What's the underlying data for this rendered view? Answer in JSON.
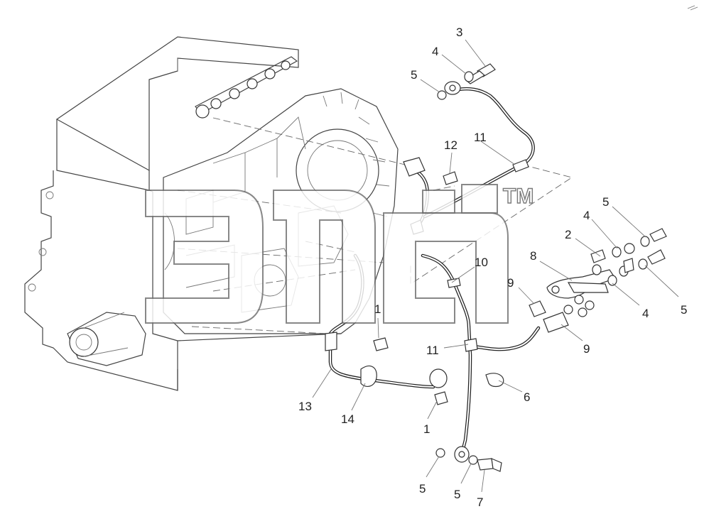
{
  "diagram": {
    "watermark_tm": "TM",
    "callouts": [
      {
        "id": "c3",
        "label": "3"
      },
      {
        "id": "c4a",
        "label": "4"
      },
      {
        "id": "c5a",
        "label": "5"
      },
      {
        "id": "c11a",
        "label": "11"
      },
      {
        "id": "c12",
        "label": "12"
      },
      {
        "id": "c5b",
        "label": "5"
      },
      {
        "id": "c4b",
        "label": "4"
      },
      {
        "id": "c2",
        "label": "2"
      },
      {
        "id": "c8",
        "label": "8"
      },
      {
        "id": "c10",
        "label": "10"
      },
      {
        "id": "c9a",
        "label": "9"
      },
      {
        "id": "c5c",
        "label": "5"
      },
      {
        "id": "c4c",
        "label": "4"
      },
      {
        "id": "c1a",
        "label": "1"
      },
      {
        "id": "c11b",
        "label": "11"
      },
      {
        "id": "c9b",
        "label": "9"
      },
      {
        "id": "c6",
        "label": "6"
      },
      {
        "id": "c13",
        "label": "13"
      },
      {
        "id": "c14",
        "label": "14"
      },
      {
        "id": "c1b",
        "label": "1"
      },
      {
        "id": "c5d",
        "label": "5"
      },
      {
        "id": "c5e",
        "label": "5"
      },
      {
        "id": "c7",
        "label": "7"
      }
    ]
  }
}
